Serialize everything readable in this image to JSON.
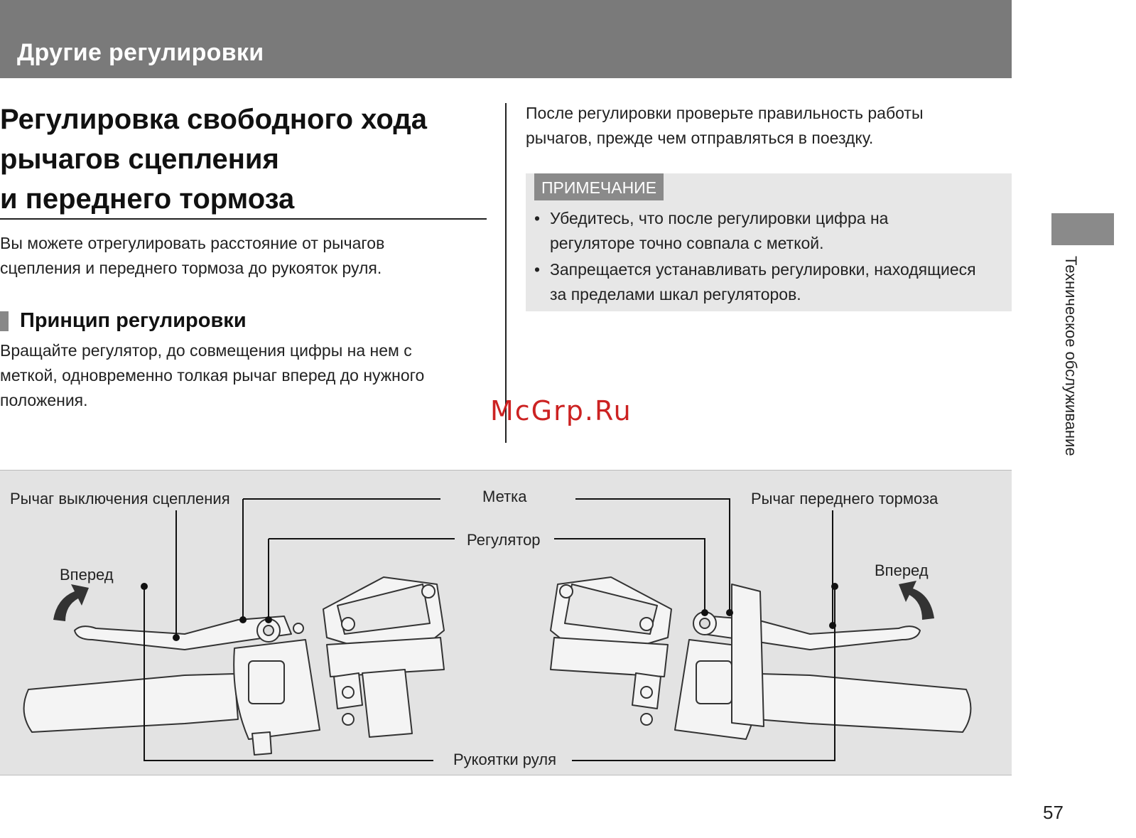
{
  "header": {
    "title": "Другие регулировки"
  },
  "main_title": [
    "Регулировка свободного хода",
    "рычагов сцепления",
    "и переднего тормоза"
  ],
  "intro": [
    "Вы можете отрегулировать расстояние от рычагов",
    "сцепления и переднего тормоза до рукояток руля."
  ],
  "section": {
    "title": "Принцип регулировки",
    "text": [
      "Вращайте регулятор, до совмещения цифры на нем с",
      "меткой, одновременно толкая рычаг вперед до нужного",
      "положения."
    ]
  },
  "after_adjust": [
    "После регулировки проверьте правильность работы",
    "рычагов, прежде чем отправляться в поездку."
  ],
  "note": {
    "badge": "ПРИМЕЧАНИЕ",
    "bullet": "•",
    "items": [
      [
        "Убедитесь, что после регулировки цифра на",
        "регуляторе точно совпала с меткой."
      ],
      [
        "Запрещается устанавливать регулировки, находящиеся",
        "за пределами шкал регуляторов."
      ]
    ]
  },
  "side_label": "Техническое обслуживание",
  "watermark": "McGrp.Ru",
  "page_number": "57",
  "figure": {
    "clutch_lever": "Рычаг выключения сцепления",
    "mark": "Метка",
    "brake_lever": "Рычаг переднего тормоза",
    "adjuster": "Регулятор",
    "forward_left": "Вперед",
    "forward_right": "Вперед",
    "grips": "Рукоятки руля"
  }
}
